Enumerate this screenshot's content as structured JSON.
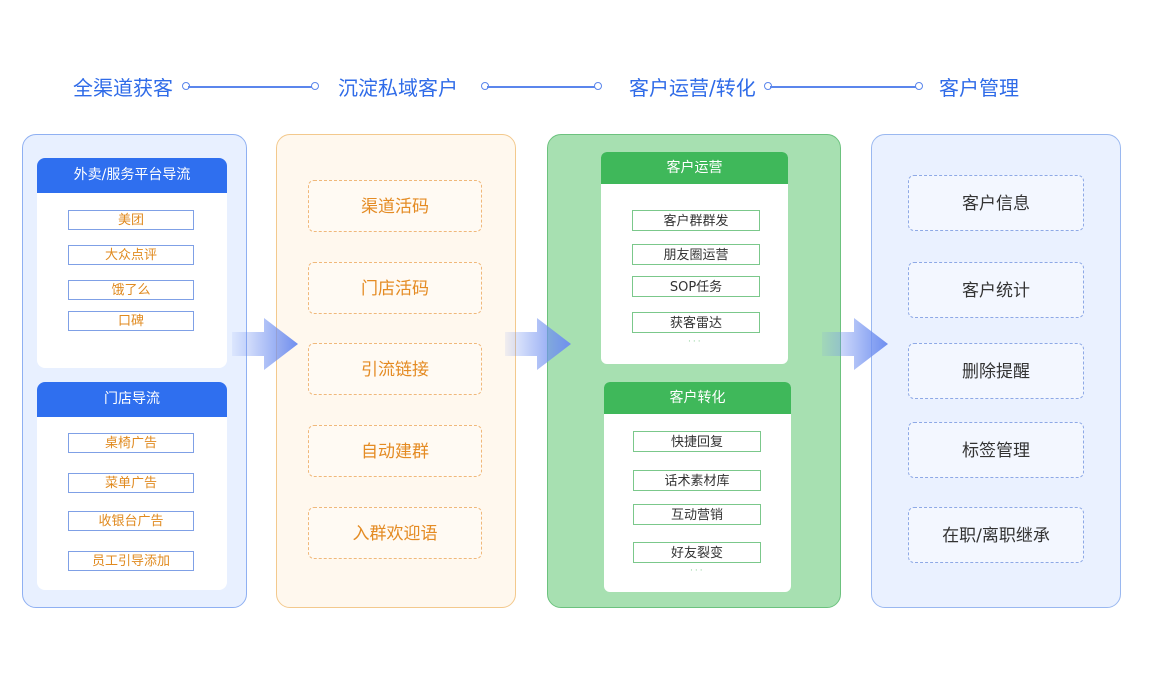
{
  "stages": [
    "全渠道获客",
    "沉淀私域客户",
    "客户运营/转化",
    "客户管理"
  ],
  "column1": {
    "cards": [
      {
        "title": "外卖/服务平台导流",
        "items": [
          "美团",
          "大众点评",
          "饿了么",
          "口碑"
        ]
      },
      {
        "title": "门店导流",
        "items": [
          "桌椅广告",
          "菜单广告",
          "收银台广告",
          "员工引导添加"
        ]
      }
    ]
  },
  "column2": {
    "items": [
      "渠道活码",
      "门店活码",
      "引流链接",
      "自动建群",
      "入群欢迎语"
    ]
  },
  "column3": {
    "cards": [
      {
        "title": "客户运营",
        "items": [
          "客户群群发",
          "朋友圈运营",
          "SOP任务",
          "获客雷达"
        ],
        "more": "···"
      },
      {
        "title": "客户转化",
        "items": [
          "快捷回复",
          "话术素材库",
          "互动营销",
          "好友裂变"
        ],
        "more": "···"
      }
    ]
  },
  "column4": {
    "items": [
      "客户信息",
      "客户统计",
      "删除提醒",
      "标签管理",
      "在职/离职继承"
    ]
  },
  "colors": {
    "blue": "#2f6fef",
    "orange": "#e48b23",
    "green": "#3fb85a",
    "arrow": "#6f8ff0"
  }
}
